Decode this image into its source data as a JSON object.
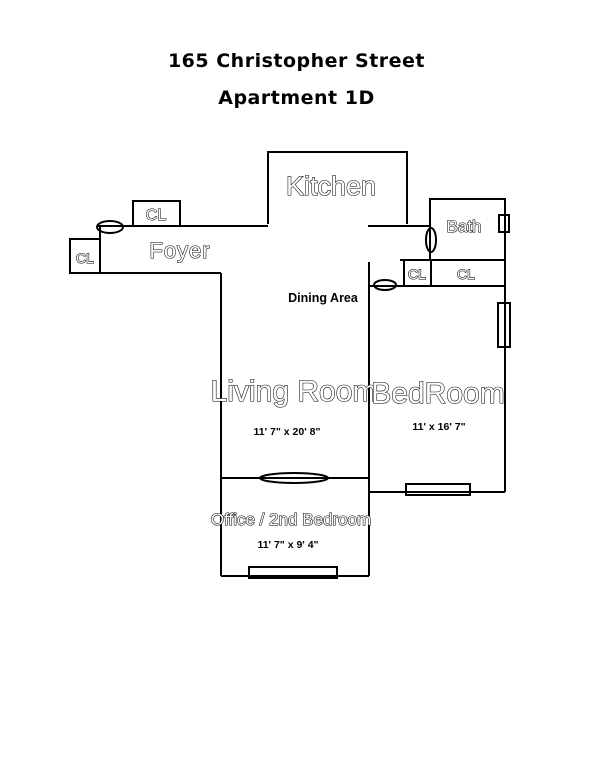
{
  "header": {
    "address": "165 Christopher Street",
    "unit": "Apartment 1D"
  },
  "rooms": {
    "kitchen": "Kitchen",
    "foyer": "Foyer",
    "bath": "Bath",
    "dining": "Dining Area",
    "living": "Living Room",
    "living_dims": "11' 7\" x 20' 8\"",
    "bedroom": "BedRoom",
    "bedroom_dims": "11' x 16' 7\"",
    "office": "Office / 2nd Bedroom",
    "office_dims": "11' 7\" x 9' 4\""
  },
  "closets": {
    "cl_top": "CL",
    "cl_left": "CL",
    "cl_bath_1": "CL",
    "cl_bath_2": "CL"
  },
  "colors": {
    "ink": "#000000",
    "paper": "#ffffff"
  }
}
